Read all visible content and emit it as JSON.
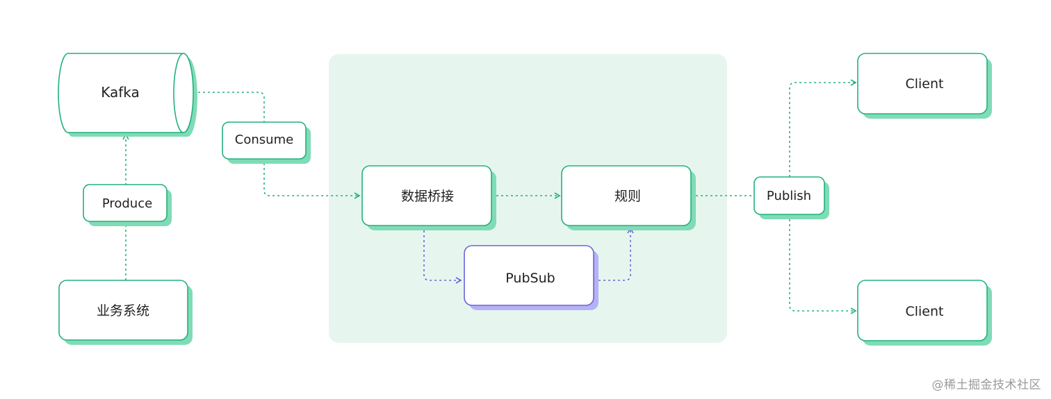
{
  "colors": {
    "accent": "#22b07d",
    "shadow": "#7fdcb6",
    "panel": "#e6f6ef",
    "purple": "#6a63d8",
    "purple_shadow": "#b5b2f5"
  },
  "nodes": {
    "kafka": "Kafka",
    "consume": "Consume",
    "produce": "Produce",
    "business_system": "业务系统",
    "data_bridge": "数据桥接",
    "rules": "规则",
    "pubsub": "PubSub",
    "publish": "Publish",
    "client_top": "Client",
    "client_bottom": "Client"
  },
  "watermark": "@稀土掘金技术社区"
}
